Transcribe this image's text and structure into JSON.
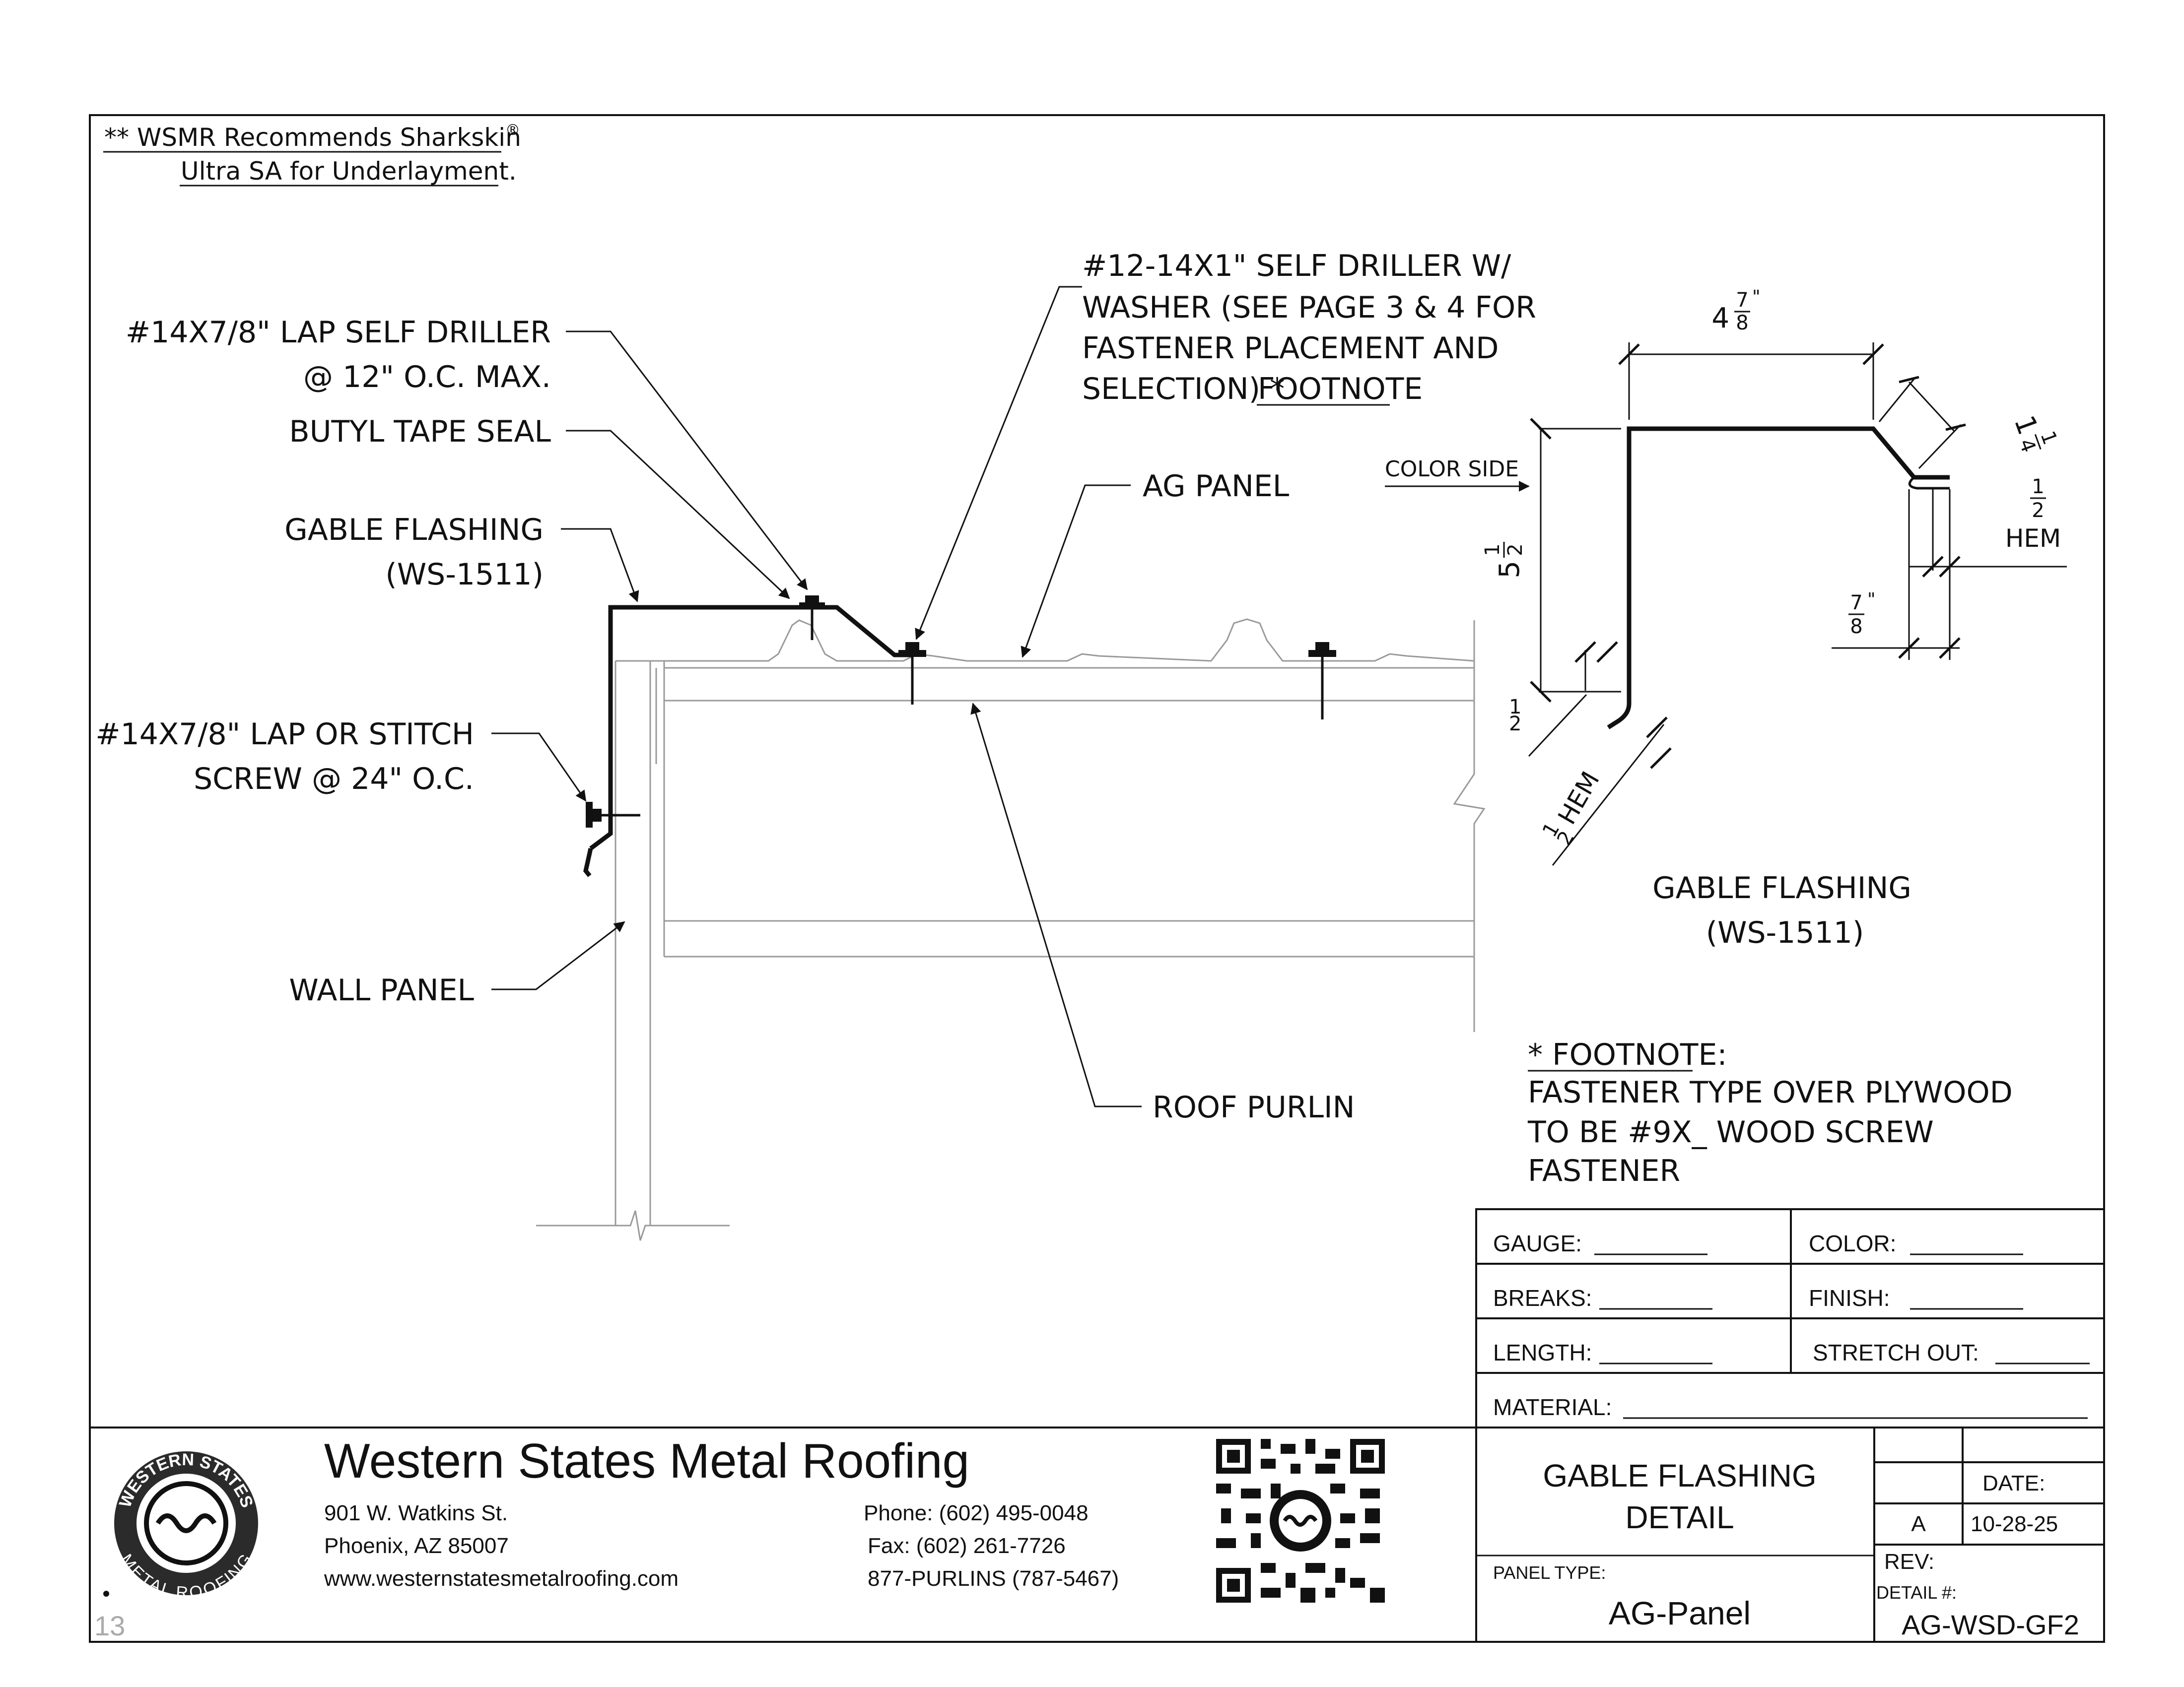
{
  "note": {
    "line1": "** WSMR Recommends Sharkskin",
    "line2": "Ultra SA for Underlayment.",
    "reg": "®"
  },
  "callouts": {
    "lap_driller_1": "#14X7/8\" LAP SELF DRILLER",
    "lap_driller_2": "@ 12\" O.C. MAX.",
    "butyl": "BUTYL TAPE SEAL",
    "gable_1": "GABLE FLASHING",
    "gable_2": "(WS-1511)",
    "stitch_1": "#14X7/8\" LAP OR STITCH",
    "stitch_2": "SCREW @ 24\" O.C.",
    "wall_panel": "WALL PANEL",
    "self_driller_1": "#12-14X1\" SELF DRILLER W/",
    "self_driller_2": "WASHER (SEE PAGE 3 & 4 FOR",
    "self_driller_3": "FASTENER PLACEMENT AND",
    "self_driller_4": "SELECTION) *",
    "self_driller_4u": "FOOTNOTE",
    "ag_panel": "AG PANEL",
    "roof_purlin": "ROOF PURLIN"
  },
  "profile": {
    "color_side": "COLOR SIDE",
    "dim_top_whole": "4",
    "dim_top_num": "7",
    "dim_top_den": "8",
    "dim_side_whole": "5",
    "dim_side_num": "1",
    "dim_side_den": "2",
    "dim_diag_whole": "1",
    "dim_diag_num": "1",
    "dim_diag_den": "4",
    "dim_hem_num": "1",
    "dim_hem_den": "2",
    "hem_label": "HEM",
    "dim_78_num": "7",
    "dim_78_den": "8",
    "dim_left_half_num": "1",
    "dim_left_half_den": "2",
    "dim_bottom_hem": "HEM",
    "title_1": "GABLE FLASHING",
    "title_2": "(WS-1511)"
  },
  "footnote": {
    "title": "* FOOTNOTE:",
    "line1": "FASTENER TYPE OVER PLYWOOD",
    "line2": "TO BE #9X_  WOOD SCREW",
    "line3": "FASTENER"
  },
  "spec_table": {
    "gauge": "GAUGE:",
    "color": "COLOR:",
    "breaks": "BREAKS:",
    "finish": "FINISH:",
    "length": "LENGTH:",
    "stretch_out": "STRETCH OUT:",
    "material": "MATERIAL:"
  },
  "company": {
    "name": "Western States Metal Roofing",
    "address1": "901 W. Watkins St.",
    "address2": "Phoenix, AZ 85007",
    "website": "www.westernstatesmetalroofing.com",
    "phone": "Phone: (602) 495-0048",
    "fax": "Fax: (602) 261-7726",
    "tollfree": "877-PURLINS (787-5467)",
    "logo_top": "WESTERN STATES",
    "logo_bottom": "METAL ROOFING"
  },
  "title_block": {
    "title_1": "GABLE FLASHING",
    "title_2": "DETAIL",
    "panel_type_label": "PANEL TYPE:",
    "panel_type": "AG-Panel",
    "date_label": "DATE:",
    "rev_value": "A",
    "date_value": "10-28-25",
    "rev_label": "REV:",
    "detail_label": "DETAIL #:",
    "detail_value": "AG-WSD-GF2"
  },
  "page_number": "13"
}
